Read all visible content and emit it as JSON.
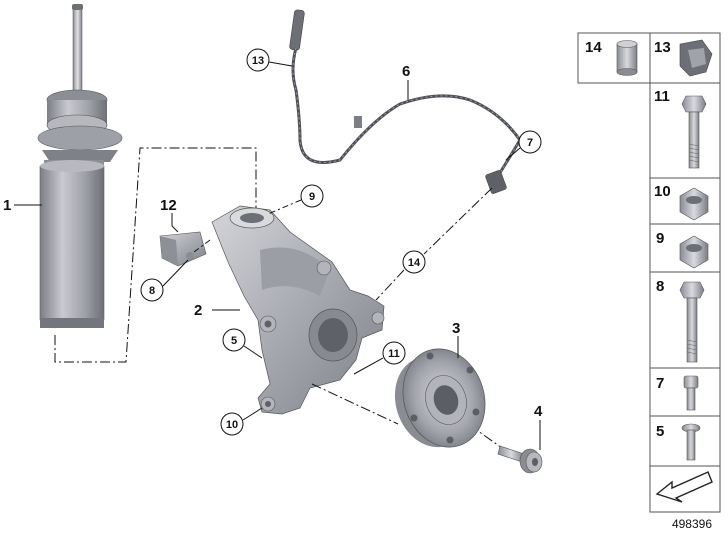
{
  "diagram": {
    "callouts": {
      "c1": "1",
      "c2": "2",
      "c3": "3",
      "c4": "4",
      "c5": "5",
      "c6": "6",
      "c7": "7",
      "c8": "8",
      "c9": "9",
      "c10": "10",
      "c11": "11",
      "c12": "12",
      "c13": "13",
      "c14": "14"
    },
    "parts_panel": {
      "items": {
        "p14": "14",
        "p13": "13",
        "p11": "11",
        "p10": "10",
        "p9": "9",
        "p8": "8",
        "p7": "7",
        "p5": "5"
      }
    },
    "image_code": "498396"
  }
}
